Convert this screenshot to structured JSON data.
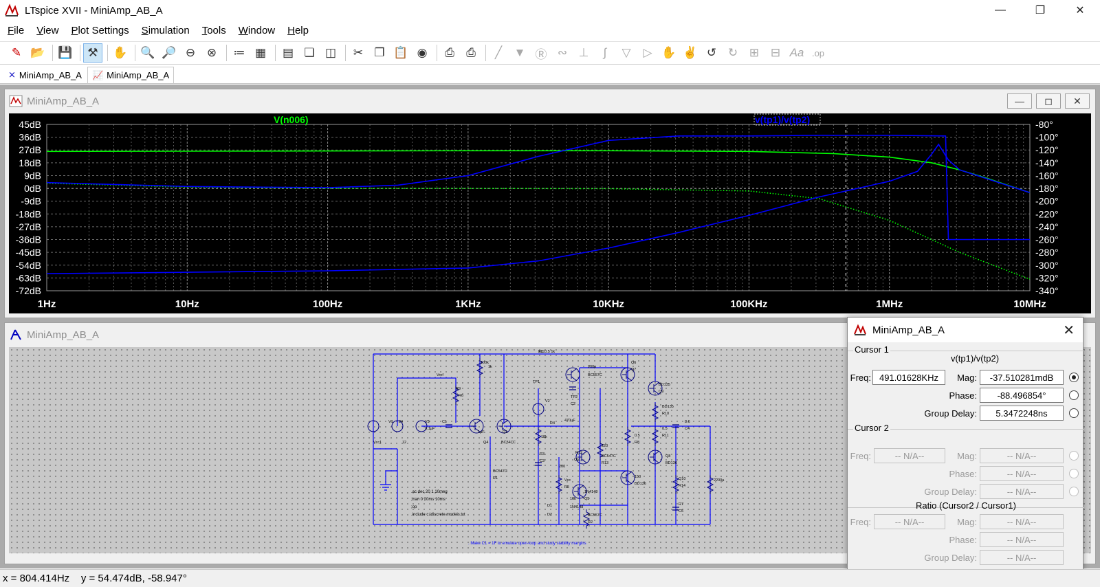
{
  "app": {
    "title": "LTspice XVII - MiniAmp_AB_A"
  },
  "menu": [
    {
      "label": "File",
      "key": "F"
    },
    {
      "label": "View",
      "key": "V"
    },
    {
      "label": "Plot Settings",
      "key": "P"
    },
    {
      "label": "Simulation",
      "key": "S"
    },
    {
      "label": "Tools",
      "key": "T"
    },
    {
      "label": "Window",
      "key": "W"
    },
    {
      "label": "Help",
      "key": "H"
    }
  ],
  "tabs": [
    {
      "label": "MiniAmp_AB_A",
      "icon": "schematic-icon"
    },
    {
      "label": "MiniAmp_AB_A",
      "icon": "waveform-icon"
    }
  ],
  "plot": {
    "window_title": "MiniAmp_AB_A",
    "traces": [
      {
        "name": "V(n006)",
        "color": "#00ff00"
      },
      {
        "name": "v(tp1)/v(tp2)",
        "color": "#0000ff"
      }
    ],
    "chart_data": {
      "type": "line",
      "x_scale": "log",
      "x_range": [
        "1Hz",
        "10MHz"
      ],
      "x_ticks": [
        "1Hz",
        "10Hz",
        "100Hz",
        "1KHz",
        "10KHz",
        "100KHz",
        "1MHz",
        "10MHz"
      ],
      "y_left_ticks": [
        "45dB",
        "36dB",
        "27dB",
        "18dB",
        "9dB",
        "0dB",
        "-9dB",
        "-18dB",
        "-27dB",
        "-36dB",
        "-45dB",
        "-54dB",
        "-63dB",
        "-72dB"
      ],
      "y_right_ticks": [
        "-80°",
        "-100°",
        "-120°",
        "-140°",
        "-160°",
        "-180°",
        "-200°",
        "-220°",
        "-240°",
        "-260°",
        "-280°",
        "-300°",
        "-320°",
        "-340°"
      ],
      "series": [
        {
          "name": "V(n006)",
          "color": "#00ff00",
          "unit": "dB",
          "points": [
            [
              0,
              26
            ],
            [
              3,
              26.5
            ],
            [
              4,
              26.5
            ],
            [
              5,
              26
            ],
            [
              5.6,
              24.5
            ],
            [
              6,
              22
            ],
            [
              6.3,
              18
            ],
            [
              6.5,
              13
            ],
            [
              6.7,
              7
            ],
            [
              7,
              -3
            ]
          ]
        },
        {
          "name": "V(n006) phase",
          "color": "#00ff00",
          "dotted": true,
          "unit": "deg",
          "points": [
            [
              0,
              -172
            ],
            [
              1,
              -178
            ],
            [
              2,
              -180
            ],
            [
              3,
              -180
            ],
            [
              4,
              -180.5
            ],
            [
              5,
              -184
            ],
            [
              5.5,
              -196
            ],
            [
              6,
              -230
            ],
            [
              6.5,
              -280
            ],
            [
              7,
              -322
            ]
          ]
        },
        {
          "name": "v(tp1)/v(tp2)",
          "color": "#0000ff",
          "unit": "dB",
          "points": [
            [
              0,
              -60
            ],
            [
              1,
              -59
            ],
            [
              2,
              -58
            ],
            [
              3,
              -56
            ],
            [
              3.5,
              -51
            ],
            [
              4,
              -42
            ],
            [
              4.5,
              -31
            ],
            [
              5,
              -19
            ],
            [
              5.5,
              -6
            ],
            [
              6,
              5
            ],
            [
              6.2,
              12
            ],
            [
              6.3,
              24
            ],
            [
              6.35,
              31
            ],
            [
              6.42,
              20
            ],
            [
              6.5,
              13
            ],
            [
              7,
              -3
            ]
          ]
        },
        {
          "name": "v(tp1)/v(tp2) phase",
          "color": "#0000ff",
          "dotted": false,
          "unit": "deg",
          "points": [
            [
              0,
              -171
            ],
            [
              1,
              -177
            ],
            [
              2,
              -179
            ],
            [
              2.5,
              -175
            ],
            [
              3,
              -160
            ],
            [
              3.5,
              -130
            ],
            [
              4,
              -105
            ],
            [
              4.5,
              -98
            ],
            [
              5,
              -98
            ],
            [
              5.5,
              -97
            ],
            [
              6,
              -97
            ],
            [
              6.4,
              -98
            ],
            [
              6.42,
              -260
            ],
            [
              7,
              -260
            ]
          ]
        }
      ],
      "cursor_x": 5.69
    }
  },
  "schematic": {
    "window_title": "MiniAmp_AB_A",
    "note": ". Make C1 = 1F to emulate open-loop and study stability margins",
    "directives": [
      ".ac dec 20 1 10meg",
      ";tran 0 20ms 10ms",
      ";op",
      ".include c:\\discrete models.txt"
    ],
    "labels": [
      "Vcc",
      "Vref",
      "R9",
      "R6",
      "100k",
      "1k",
      "TP1",
      "V2",
      "V1",
      "Vcc1",
      "24",
      "12",
      "V3",
      "C1",
      "1µF",
      "Q1",
      "Q4",
      "BC547C",
      "BC547C",
      "R1",
      "18k",
      "R3",
      "C3",
      "470µF",
      "R4",
      "TP2",
      "C2",
      "200p",
      "BC557C",
      "Q6",
      "Q7",
      "BD135",
      "Q9",
      "BD135",
      "R10",
      "0.5",
      "R11",
      "0.5",
      "R8",
      "220",
      "R12",
      "Q11",
      "BC547C",
      "R13",
      "200",
      "Vcc",
      "R5",
      "10k",
      "D1",
      "1N4148",
      "D2",
      "1N4148",
      "Q5",
      "BC557C",
      "R2",
      "150",
      "BD136",
      "Q8",
      "BD136",
      "Q10",
      "R14",
      "8.6",
      "C4",
      "2200µ",
      "R7",
      "C5",
      "0.1µF",
      "AC 0.5 1k"
    ]
  },
  "cursor_dialog": {
    "title": "MiniAmp_AB_A",
    "cursor1": {
      "section_label": "Cursor 1",
      "trace": "v(tp1)/v(tp2)",
      "freq_label": "Freq:",
      "freq": "491.01628KHz",
      "mag_label": "Mag:",
      "mag": "-37.510281mdB",
      "phase_label": "Phase:",
      "phase": "-88.496854°",
      "gd_label": "Group Delay:",
      "gd": "5.3472248ns"
    },
    "cursor2": {
      "section_label": "Cursor 2",
      "freq_label": "Freq:",
      "freq": "-- N/A--",
      "mag_label": "Mag:",
      "mag": "-- N/A--",
      "phase_label": "Phase:",
      "phase": "-- N/A--",
      "gd_label": "Group Delay:",
      "gd": "-- N/A--"
    },
    "ratio": {
      "section_label": "Ratio (Cursor2 / Cursor1)",
      "freq_label": "Freq:",
      "freq": "-- N/A--",
      "mag_label": "Mag:",
      "mag": "-- N/A--",
      "phase_label": "Phase:",
      "phase": "-- N/A--",
      "gd_label": "Group Delay:",
      "gd": "-- N/A--"
    }
  },
  "status": {
    "text": "x = 804.414Hz    y = 54.474dB, -58.947°"
  }
}
